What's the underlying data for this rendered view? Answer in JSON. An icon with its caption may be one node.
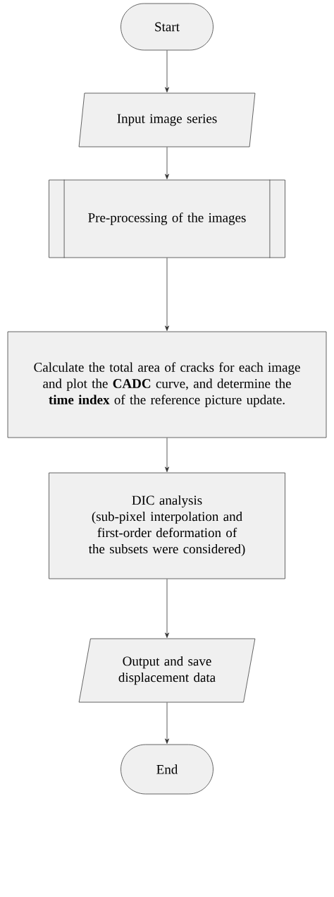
{
  "diagram": {
    "nodes": [
      {
        "text": [
          "Start"
        ]
      },
      {
        "text": [
          "Input image series"
        ]
      },
      {
        "text": [
          "Pre-processing of the images"
        ]
      },
      {
        "text": [
          "Calculate the total area of cracks for each image and plot the **CADC** curve, and determine the **time index** of the reference picture update."
        ]
      },
      {
        "text": [
          "DIC analysis",
          "(sub-pixel interpolation and first-order deformation of the subsets were considered)"
        ]
      },
      {
        "text": [
          "Output and save displacement data"
        ]
      },
      {
        "text": [
          "End"
        ]
      }
    ],
    "edges": [
      {
        "from": 0,
        "to": 1,
        "arrow": "to"
      },
      {
        "from": 1,
        "to": 2,
        "arrow": "to"
      },
      {
        "from": 2,
        "to": 3,
        "arrow": "to"
      },
      {
        "from": 3,
        "to": 4,
        "arrow": "to"
      },
      {
        "from": 4,
        "to": 5,
        "arrow": "to"
      },
      {
        "from": 5,
        "to": 6,
        "arrow": "to"
      }
    ]
  }
}
